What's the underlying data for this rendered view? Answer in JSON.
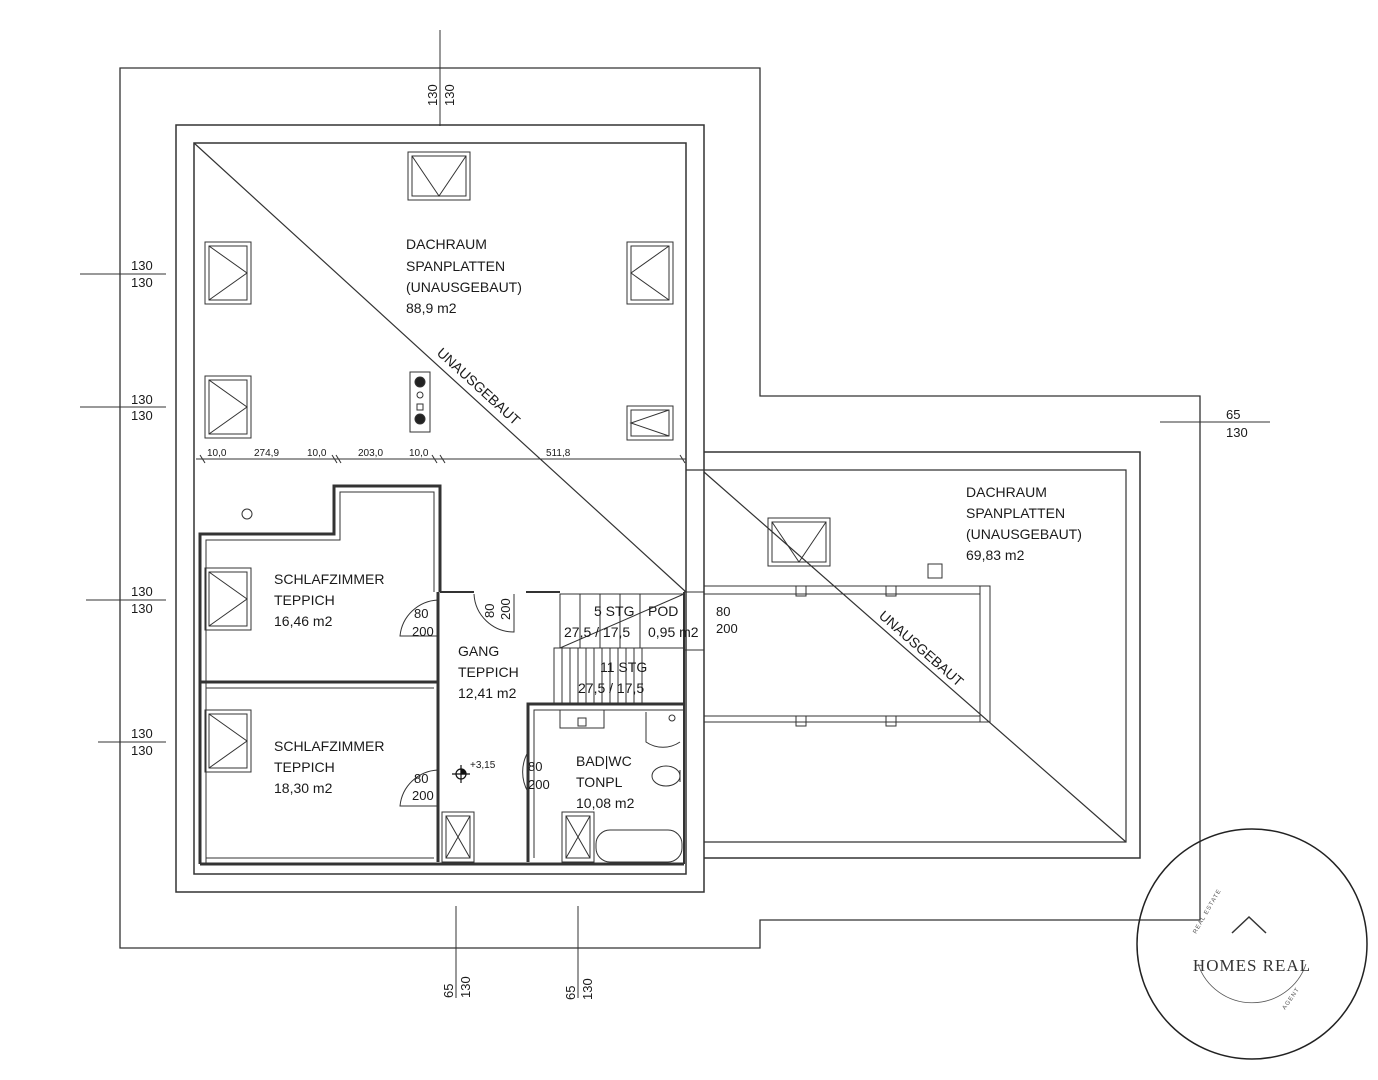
{
  "rooms": {
    "dach_main": {
      "line1": "DACHRAUM",
      "line2": "SPANPLATTEN",
      "line3": "(UNAUSGEBAUT)",
      "area": "88,9 m2"
    },
    "dach_right": {
      "line1": "DACHRAUM",
      "line2": "SPANPLATTEN",
      "line3": "(UNAUSGEBAUT)",
      "area": "69,83 m2"
    },
    "schlaf1": {
      "line1": "SCHLAFZIMMER",
      "line2": "TEPPICH",
      "area": "16,46 m2"
    },
    "schlaf2": {
      "line1": "SCHLAFZIMMER",
      "line2": "TEPPICH",
      "area": "18,30 m2"
    },
    "gang": {
      "line1": "GANG",
      "line2": "TEPPICH",
      "area": "12,41 m2"
    },
    "bad": {
      "line1": "BAD|WC",
      "line2": "TONPL",
      "area": "10,08 m2"
    }
  },
  "diagonal_labels": {
    "main": "UNAUSGEBAUT",
    "right": "UNAUSGEBAUT"
  },
  "stairs": {
    "upper_steps": "5 STG",
    "upper_ratio": "27,5 / 17,5",
    "pod": "POD",
    "pod_area": "0,95 m2",
    "lower_steps": "11 STG",
    "lower_ratio": "27,5 / 17,5"
  },
  "doors": {
    "w": "80",
    "h": "200"
  },
  "level": "+3,15",
  "dimensions": {
    "chain": [
      "10,0",
      "274,9",
      "10,0",
      "203,0",
      "10,0",
      "511,8"
    ],
    "top_a": "130",
    "top_b": "130",
    "left_a": "130",
    "left_b": "130",
    "right_a": "65",
    "right_b": "130",
    "bottom1_a": "65",
    "bottom1_b": "130",
    "bottom2_a": "65",
    "bottom2_b": "130"
  },
  "logo": {
    "name": "HOMES REAL",
    "arc_top": "REAL ESTATE",
    "arc_bottom": "AGENT",
    "outline_color": "#222222"
  }
}
